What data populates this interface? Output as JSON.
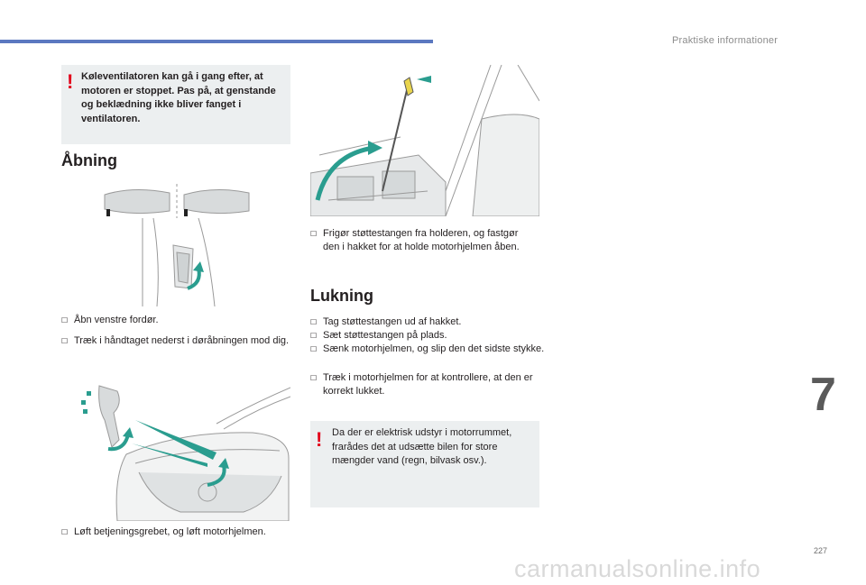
{
  "header": {
    "title": "Praktiske informationer",
    "chapter": "7",
    "page": "227"
  },
  "warning1": {
    "icon": "!",
    "text": "Køleventilatoren kan gå i gang efter, at motoren er stoppet. Pas på, at genstande og beklædning ikke bliver fanget i ventilatoren."
  },
  "opening": {
    "title": "Åbning",
    "steps": [
      "Åbn venstre fordør.",
      "Træk i håndtaget nederst i døråbningen mod dig.",
      "Løft betjeningsgrebet, og løft motorhjelmen."
    ]
  },
  "support": {
    "step": "Frigør støttestangen fra holderen, og fastgør den i hakket for at holde motorhjelmen åben."
  },
  "closing": {
    "title": "Lukning",
    "steps": [
      "Tag støttestangen ud af hakket.",
      "Sæt støttestangen på plads.",
      "Sænk motorhjelmen, og slip den det sidste stykke.",
      "Træk i motorhjelmen for at kontrollere, at den er korrekt lukket."
    ]
  },
  "warning2": {
    "icon": "!",
    "text": "Da der er elektrisk udstyr i motorrummet, frarådes det at udsætte bilen for store mængder vand (regn, bilvask osv.)."
  },
  "bullet": "",
  "watermark": "carmanualsonline.info",
  "colors": {
    "accent_bar": "#5b78c0",
    "arrow": "#2a9d8f",
    "warning": "#e2001a",
    "box": "#eceff0"
  }
}
